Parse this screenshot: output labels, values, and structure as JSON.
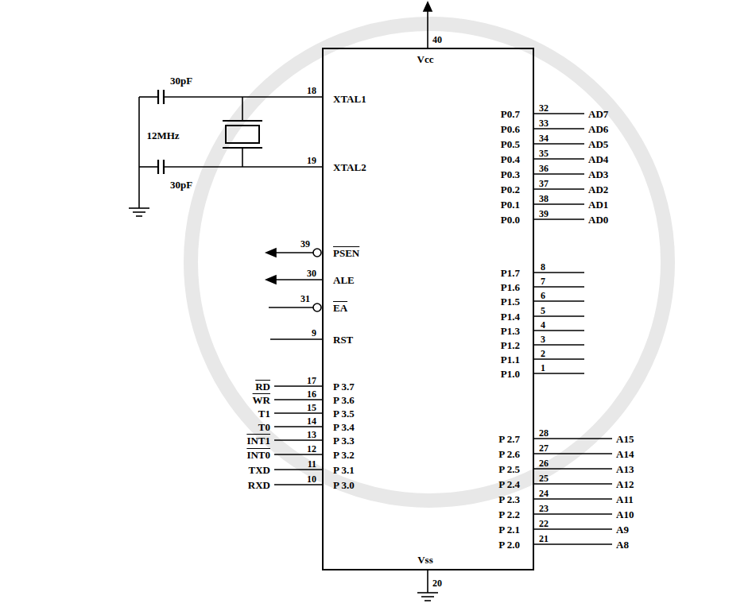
{
  "diagram": {
    "nodes": [
      {
        "text": [
          "Vcc",
          "XTAL1",
          "XTAL2",
          "PSEN",
          "ALE",
          "EA",
          "RST",
          "P 3.7",
          "P 3.6",
          "P 3.5",
          "P 3.4",
          "P 3.3",
          "P 3.2",
          "P 3.1",
          "P 3.0",
          "P0.7",
          "P0.6",
          "P0.5",
          "P0.4",
          "P0.3",
          "P0.2",
          "P0.1",
          "P0.0",
          "P1.7",
          "P1.6",
          "P1.5",
          "P1.4",
          "P1.3",
          "P1.2",
          "P1.1",
          "P1.0",
          "P 2.7",
          "P 2.6",
          "P 2.5",
          "P 2.4",
          "P 2.3",
          "P 2.2",
          "P 2.1",
          "P 2.0",
          "Vss"
        ]
      }
    ],
    "labels": [
      "30pF",
      "12MHz",
      "30pF",
      "40",
      "18",
      "19",
      "39",
      "30",
      "31",
      "9",
      "RD",
      "WR",
      "T1",
      "T0",
      "INT1",
      "INT0",
      "TXD",
      "RXD",
      "17",
      "16",
      "15",
      "14",
      "13",
      "12",
      "11",
      "10",
      "32",
      "33",
      "34",
      "35",
      "36",
      "37",
      "38",
      "39",
      "AD7",
      "AD6",
      "AD5",
      "AD4",
      "AD3",
      "AD2",
      "AD1",
      "AD0",
      "8",
      "7",
      "6",
      "5",
      "4",
      "3",
      "2",
      "1",
      "28",
      "27",
      "26",
      "25",
      "24",
      "23",
      "22",
      "21",
      "A15",
      "A14",
      "A13",
      "A12",
      "A11",
      "A10",
      "A9",
      "A8",
      "20"
    ]
  }
}
